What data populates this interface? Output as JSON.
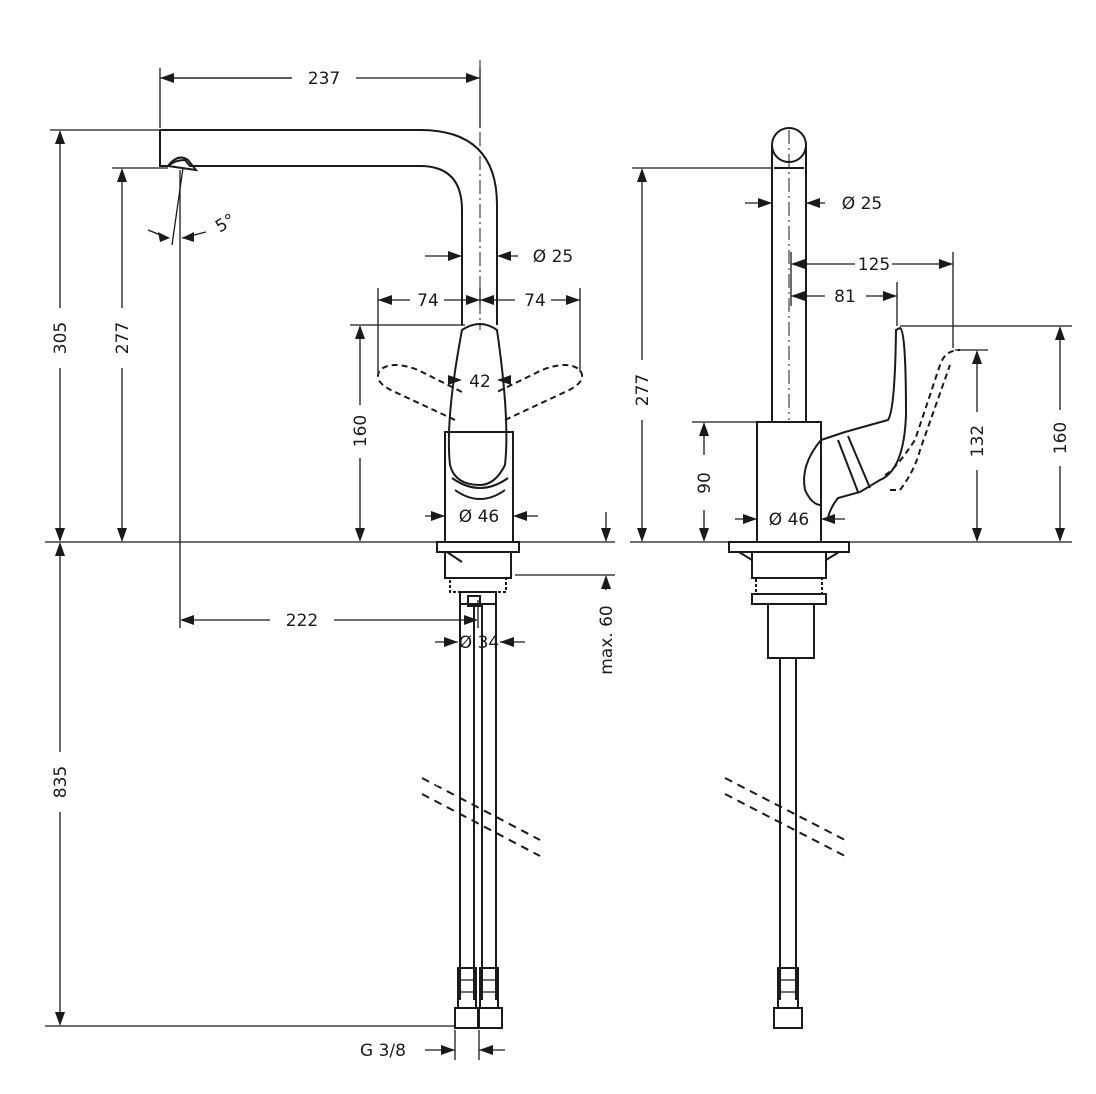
{
  "dimensions": {
    "spout_reach_top": "237",
    "overall_height": "305",
    "spout_height": "277",
    "spout_tilt": "5°",
    "spout_diameter": "Ø  25",
    "handle_swing_left": "74",
    "handle_swing_right": "74",
    "handle_width": "42",
    "handle_height": "160",
    "body_diameter": "Ø 46",
    "spout_reach_bottom": "222",
    "shank_diameter": "Ø 34",
    "max_deck_thickness": "max. 60",
    "hose_length": "835",
    "connection_thread": "G 3/8",
    "side_spout_height": "277",
    "side_spout_diameter": "Ø  25",
    "side_handle_reach": "125",
    "side_handle_offset": "81",
    "side_body_height": "90",
    "side_body_diameter": "Ø  46",
    "side_handle_lever_height": "132",
    "side_handle_height": "160"
  }
}
